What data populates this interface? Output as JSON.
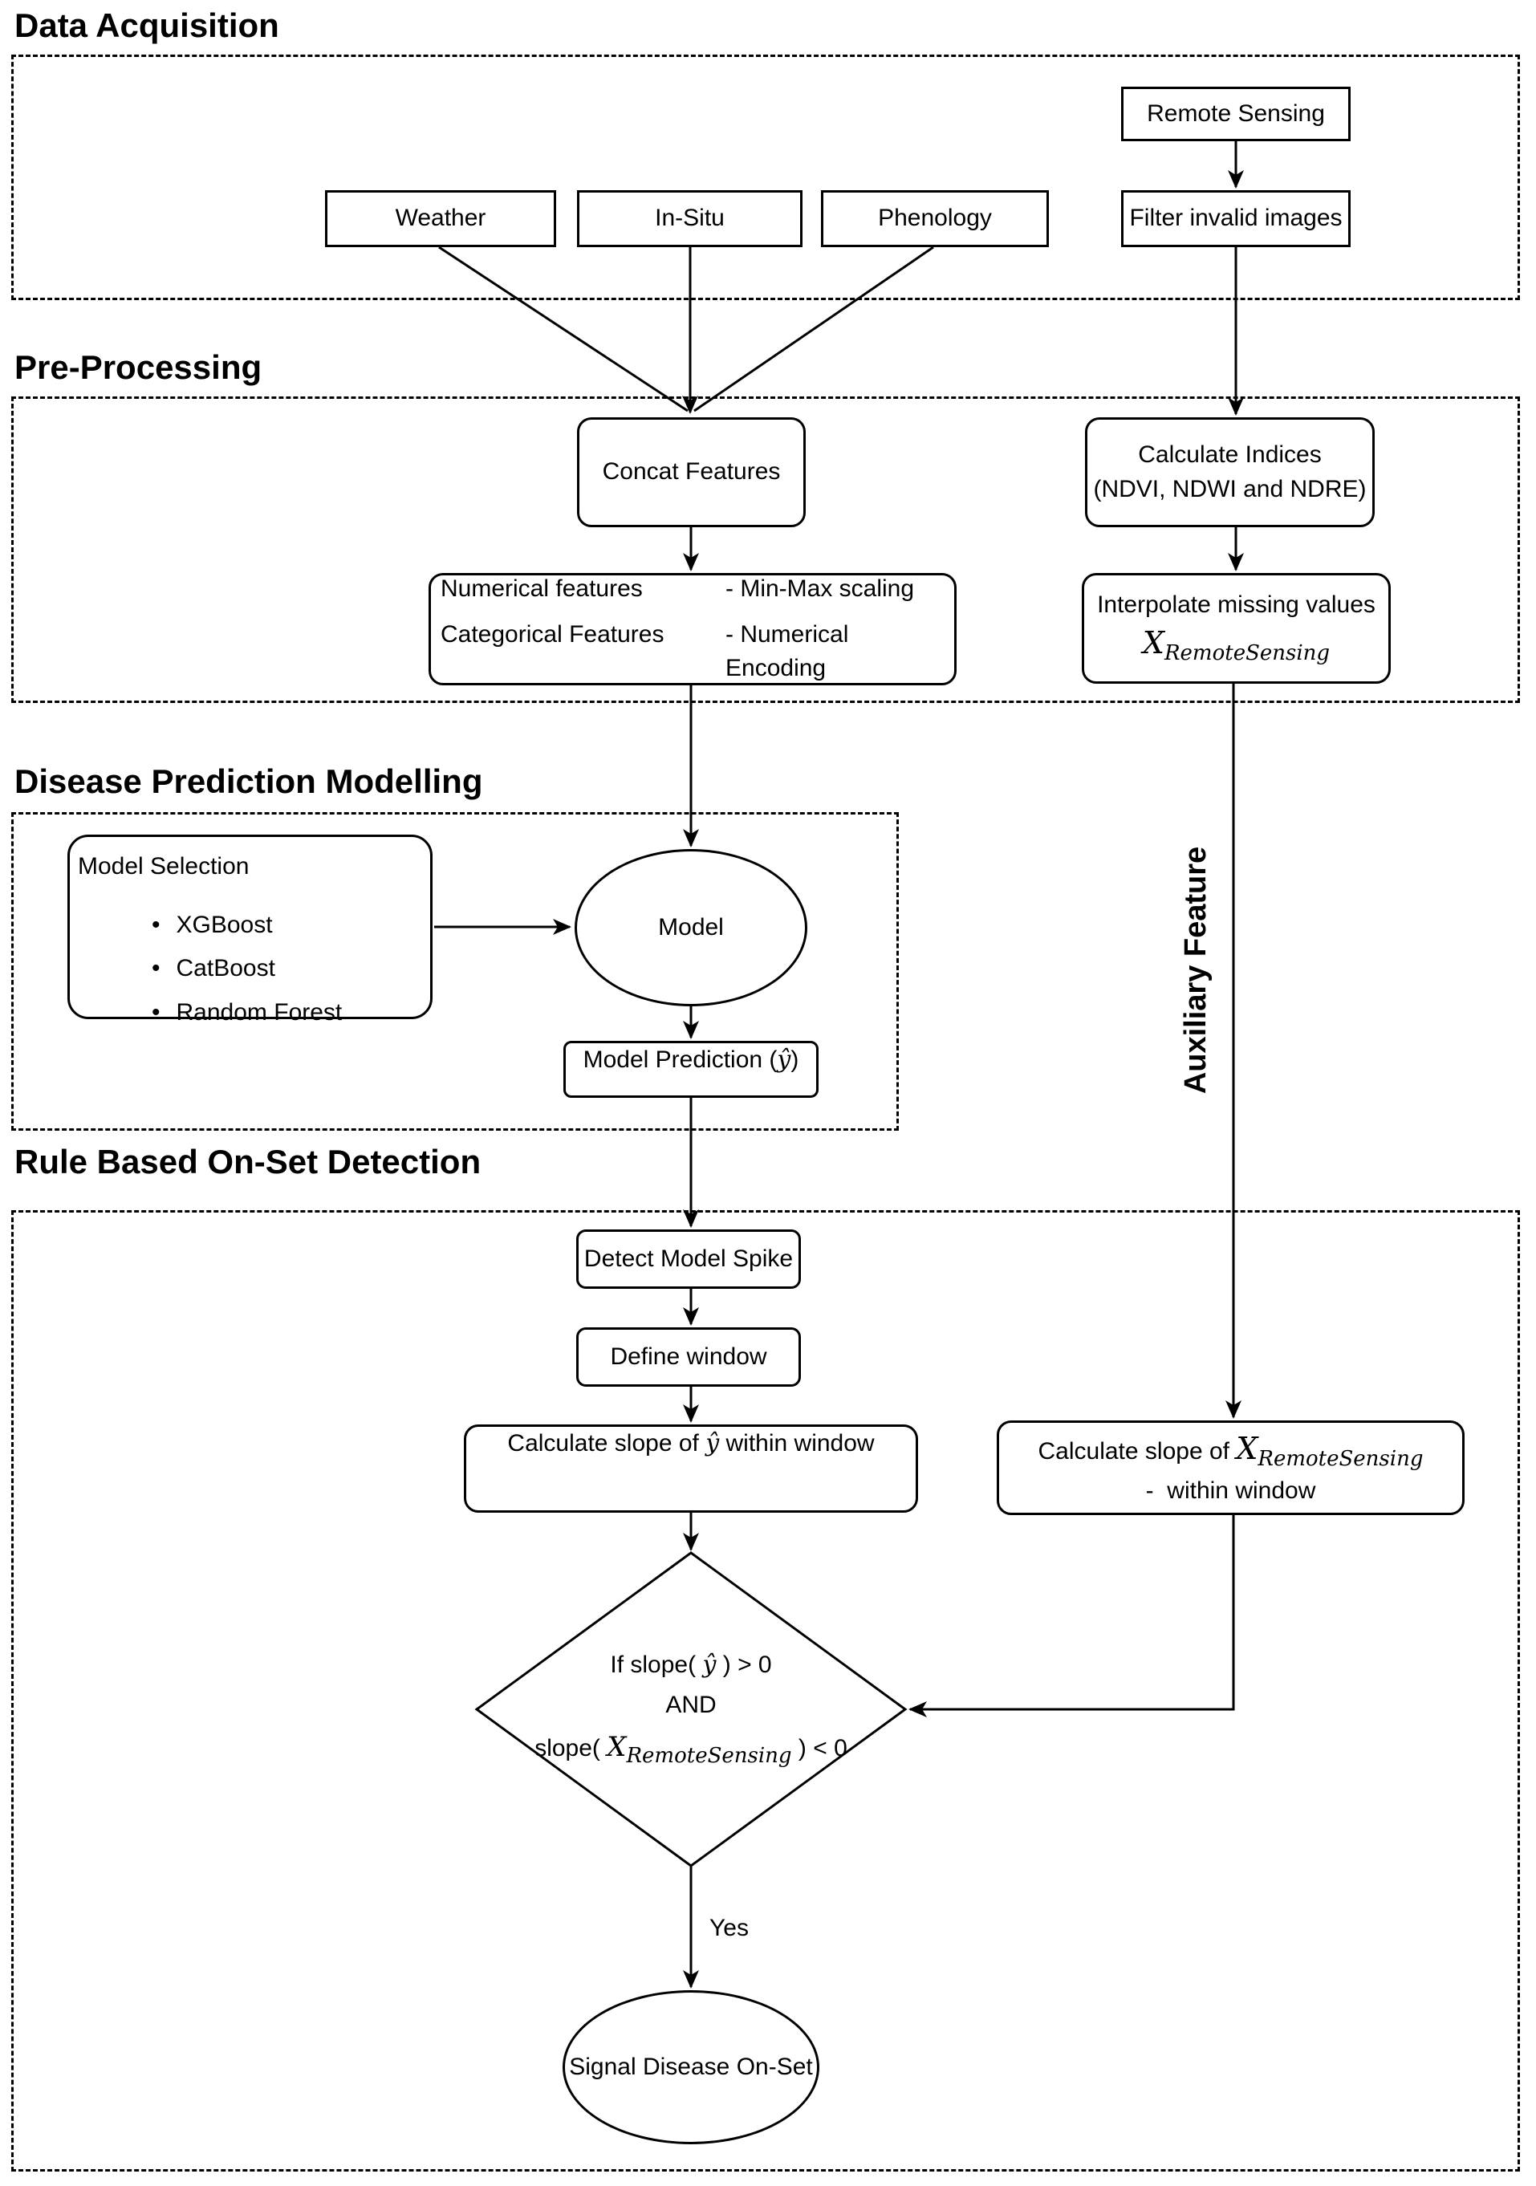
{
  "sections": {
    "data_acquisition": {
      "title": "Data Acquisition"
    },
    "pre_processing": {
      "title": "Pre-Processing"
    },
    "disease_modelling": {
      "title": "Disease Prediction Modelling"
    },
    "onset_detection": {
      "title": "Rule Based On-Set Detection"
    }
  },
  "nodes": {
    "weather": {
      "label": "Weather"
    },
    "in_situ": {
      "label": "In-Situ"
    },
    "phenology": {
      "label": "Phenology"
    },
    "remote_sensing": {
      "label": "Remote Sensing"
    },
    "filter_invalid_images": {
      "label": "Filter invalid images"
    },
    "concat_features": {
      "label": "Concat Features"
    },
    "feature_encoding": {
      "rows": [
        {
          "feature": "Numerical features",
          "method": "- Min-Max scaling"
        },
        {
          "feature": "Categorical Features",
          "method": "- Numerical Encoding"
        }
      ]
    },
    "calculate_indices": {
      "line1": "Calculate Indices",
      "line2": "(NDVI, NDWI and NDRE)"
    },
    "interpolate_missing": {
      "label": "Interpolate missing values",
      "math_base": "X",
      "math_sub": "RemoteSensing"
    },
    "model_selection": {
      "title": "Model Selection",
      "options": [
        "XGBoost",
        "CatBoost",
        "Random Forest"
      ]
    },
    "model": {
      "label": "Model"
    },
    "model_prediction": {
      "prefix": "Model Prediction (",
      "math": "ŷ",
      "suffix": ")"
    },
    "detect_model_spike": {
      "label": "Detect Model Spike"
    },
    "define_window": {
      "label": "Define window"
    },
    "slope_yhat": {
      "prefix": "Calculate slope of ",
      "math": "ŷ",
      "suffix": " within window"
    },
    "slope_remote_sensing": {
      "prefix": "Calculate slope of ",
      "math_base": "X",
      "math_sub": "RemoteSensing",
      "line2": "-  within window"
    },
    "decision": {
      "line1_prefix": "If slope( ",
      "line1_math": "ŷ",
      "line1_suffix": " ) > 0",
      "line2": "AND",
      "line3_prefix": "slope( ",
      "line3_math_base": "X",
      "line3_math_sub": "RemoteSensing",
      "line3_suffix": " ) < 0"
    },
    "signal_onset": {
      "label": "Signal Disease On-Set"
    }
  },
  "labels": {
    "auxiliary_feature": "Auxiliary Feature",
    "yes": "Yes"
  },
  "colors": {
    "stroke": "#000000",
    "background": "#ffffff"
  }
}
